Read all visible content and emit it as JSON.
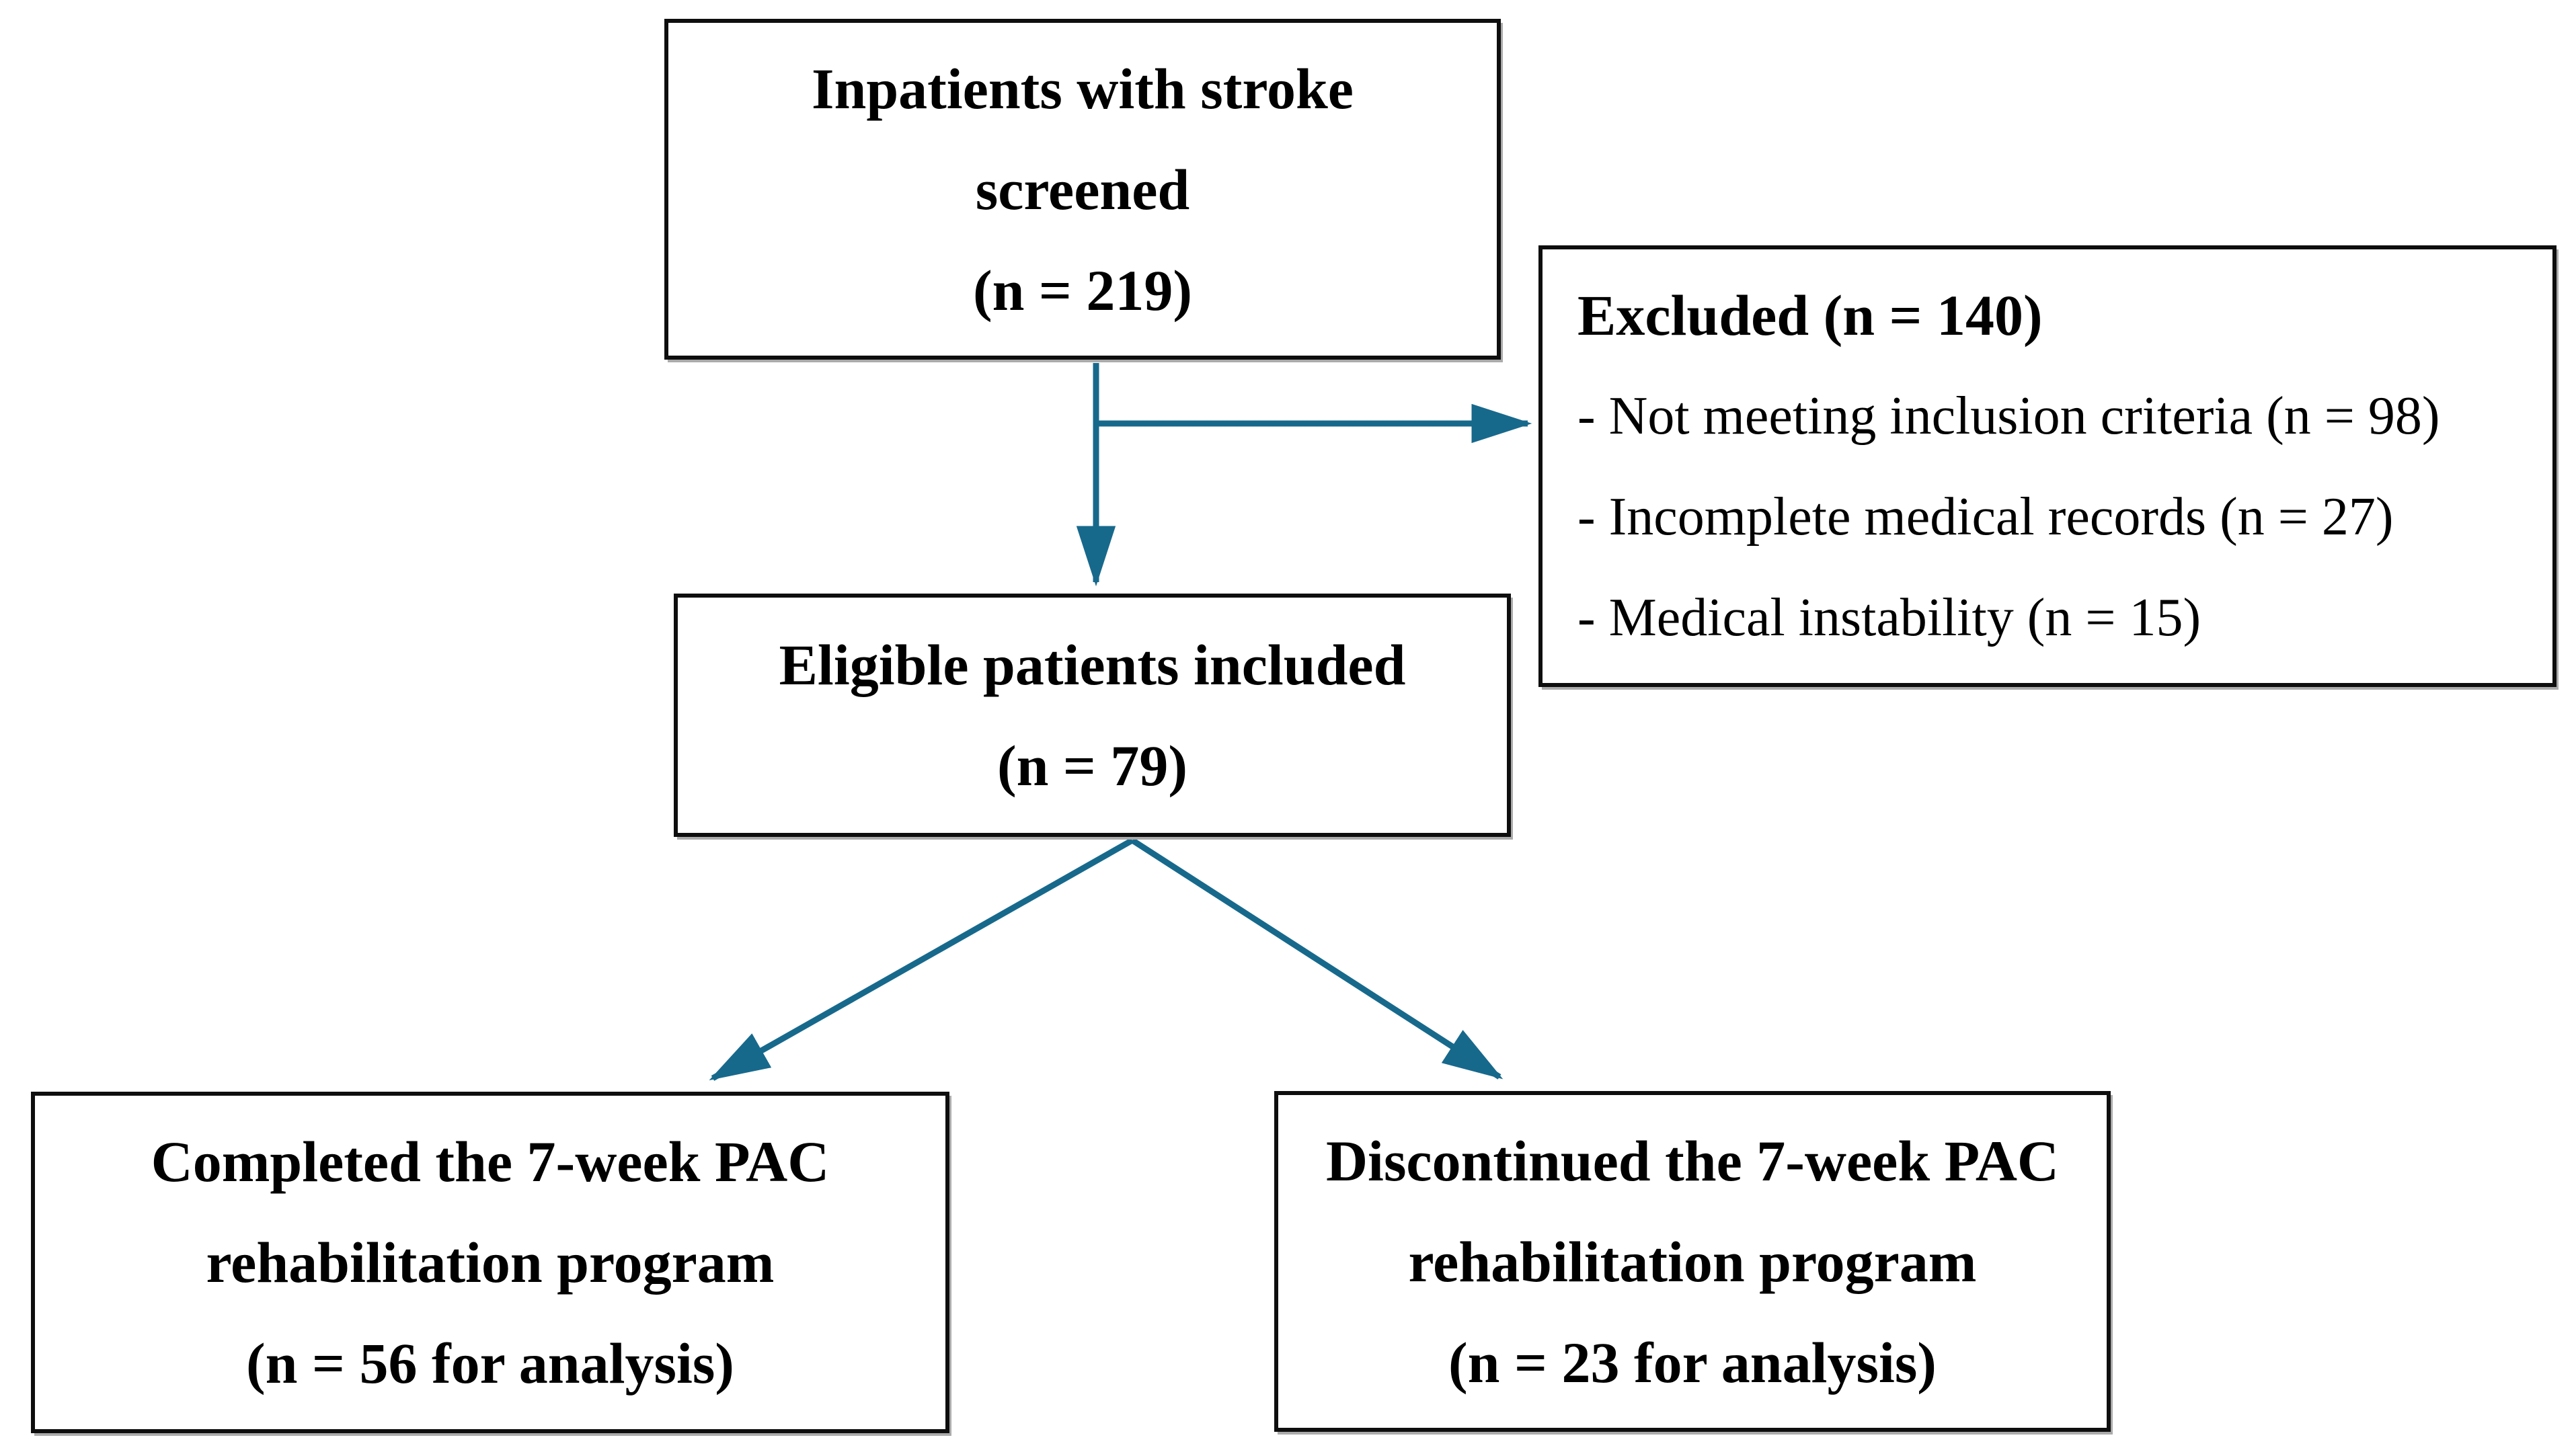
{
  "diagram_type": "flowchart",
  "colors": {
    "arrow": "#17698c",
    "border": "#0e0e0e",
    "background": "#ffffff",
    "text": "#000000"
  },
  "boxes": {
    "screened": {
      "lines": [
        "Inpatients with stroke",
        "screened",
        "(n = 219)"
      ]
    },
    "excluded": {
      "title": "Excluded (n = 140)",
      "items": [
        "- Not meeting inclusion criteria (n = 98)",
        "- Incomplete medical records (n = 27)",
        "- Medical instability (n = 15)"
      ]
    },
    "eligible": {
      "lines": [
        "Eligible patients included",
        "(n = 79)"
      ]
    },
    "completed": {
      "lines": [
        "Completed the 7-week PAC",
        "rehabilitation program",
        "(n = 56 for analysis)"
      ]
    },
    "discontinued": {
      "lines": [
        "Discontinued the 7-week PAC",
        "rehabilitation program",
        "(n = 23 for analysis)"
      ]
    }
  },
  "edges": [
    {
      "from": "screened",
      "to": "eligible"
    },
    {
      "from": "screened",
      "to": "excluded"
    },
    {
      "from": "eligible",
      "to": "completed"
    },
    {
      "from": "eligible",
      "to": "discontinued"
    }
  ]
}
